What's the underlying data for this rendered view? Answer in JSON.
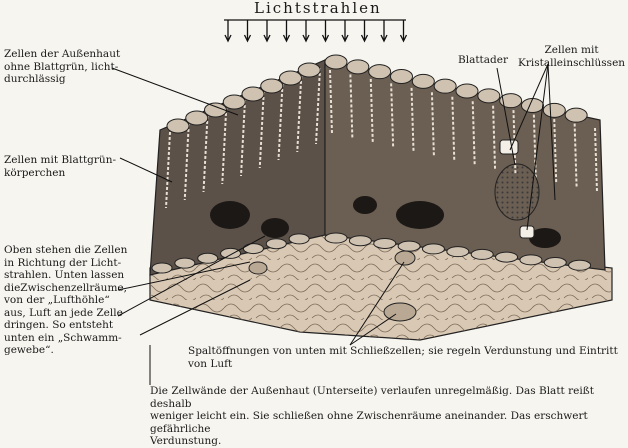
{
  "title": "Lichtstrahlen",
  "labels": {
    "outer_skin_cells": "Zellen der Außenhaut\nohne Blattgrün, licht-\ndurchlässig",
    "chloroplast_cells": "Zellen mit Blattgrün-\nkörperchen",
    "palisade_text": "Oben stehen die Zellen\nin Richtung der Licht-\nstrahlen. Unten lassen\ndieZwischenzellräume,\nvon der „Lufthöhle“\naus, Luft an jede Zelle\ndringen. So entsteht\nunten ein „Schwamm-\ngewebe“.",
    "vein": "Blattader",
    "crystal_cells": "Zellen mit\nKristalleinschlüssen",
    "stomata": "Spaltöffnungen von unten mit Schließzellen; sie regeln Verdunstung und Eintritt\nvon Luft",
    "lower_walls": "Die Zellwände der Außenhaut (Unterseite) verlaufen unregelmäßig. Das Blatt reißt deshalb\nweniger leicht ein. Sie schließen ohne Zwischenräume aneinander. Das erschwert gefährliche\nVerdunstung."
  }
}
